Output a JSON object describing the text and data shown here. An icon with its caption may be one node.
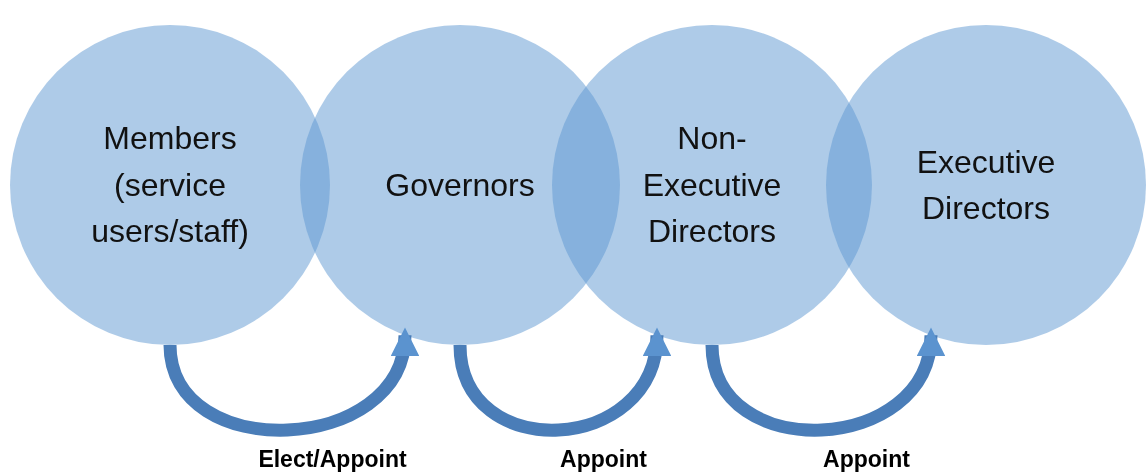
{
  "diagram": {
    "nodes": [
      {
        "text": [
          "Members (service users/staff)"
        ]
      },
      {
        "text": [
          "Governors"
        ]
      },
      {
        "text": [
          "Non-Executive Directors"
        ]
      },
      {
        "text": [
          "Executive Directors"
        ]
      }
    ],
    "edges": [
      {
        "from": 0,
        "to": 1,
        "arrow": "to",
        "label": "Elect/Appoint"
      },
      {
        "from": 1,
        "to": 2,
        "arrow": "to",
        "label": "Appoint"
      },
      {
        "from": 2,
        "to": 3,
        "arrow": "to",
        "label": "Appoint"
      }
    ]
  }
}
